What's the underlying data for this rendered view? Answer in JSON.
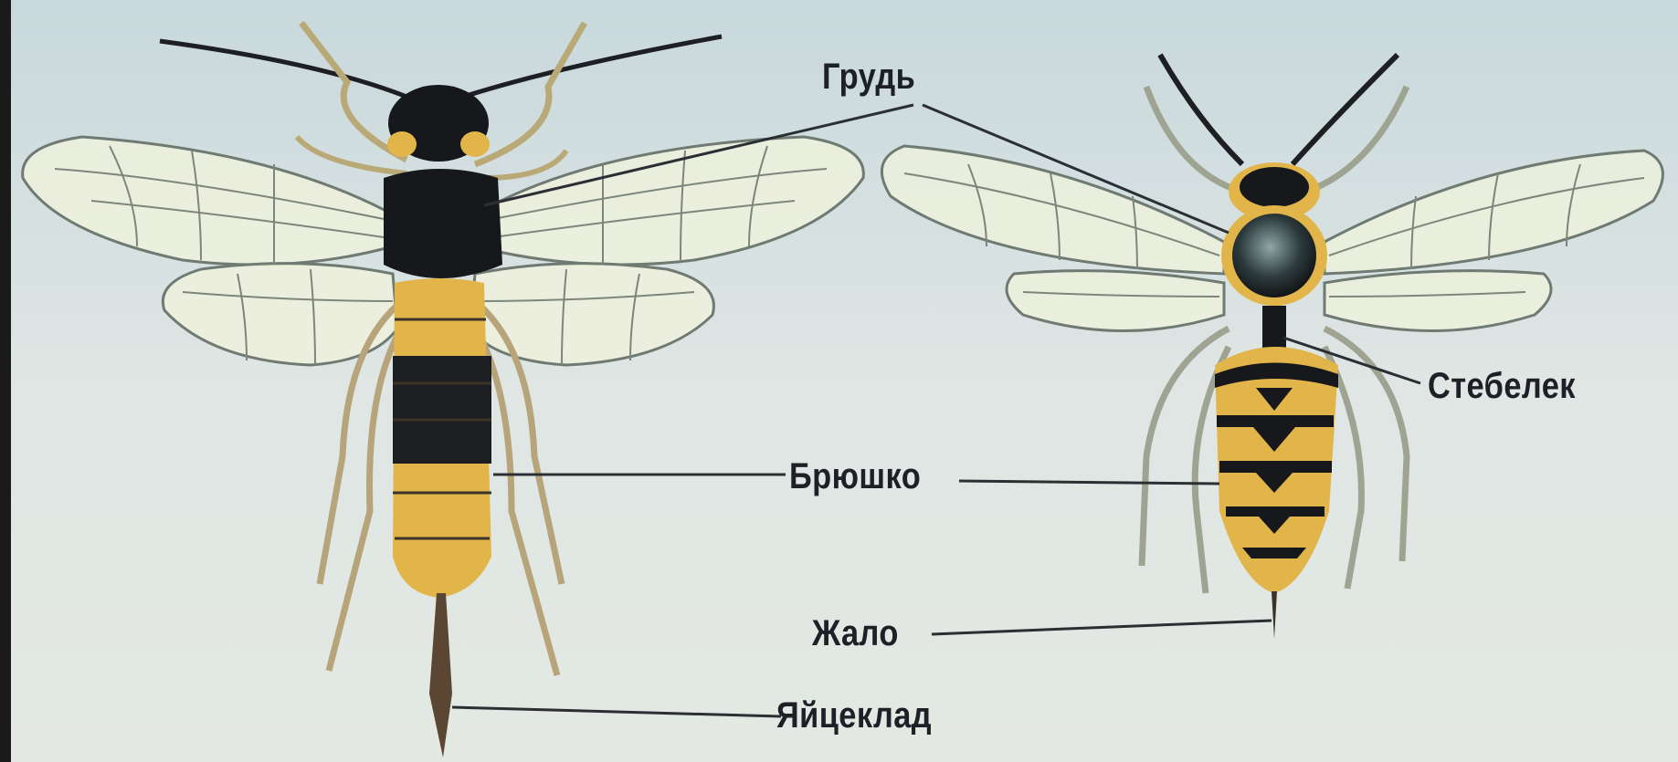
{
  "labels": {
    "grud": "Грудь",
    "stebelek": "Стебелек",
    "bryushko": "Брюшко",
    "zhalo": "Жало",
    "yaytseklad": "Яйцеклад"
  },
  "colors": {
    "background": "#d9e3e4",
    "insect_black": "#17181c",
    "insect_yellow": "#e2b54a",
    "wing_fill": "#eef1dc",
    "wing_vein": "#6f7a72",
    "leader_line": "#2b2f33",
    "label_text": "#1d2026"
  }
}
